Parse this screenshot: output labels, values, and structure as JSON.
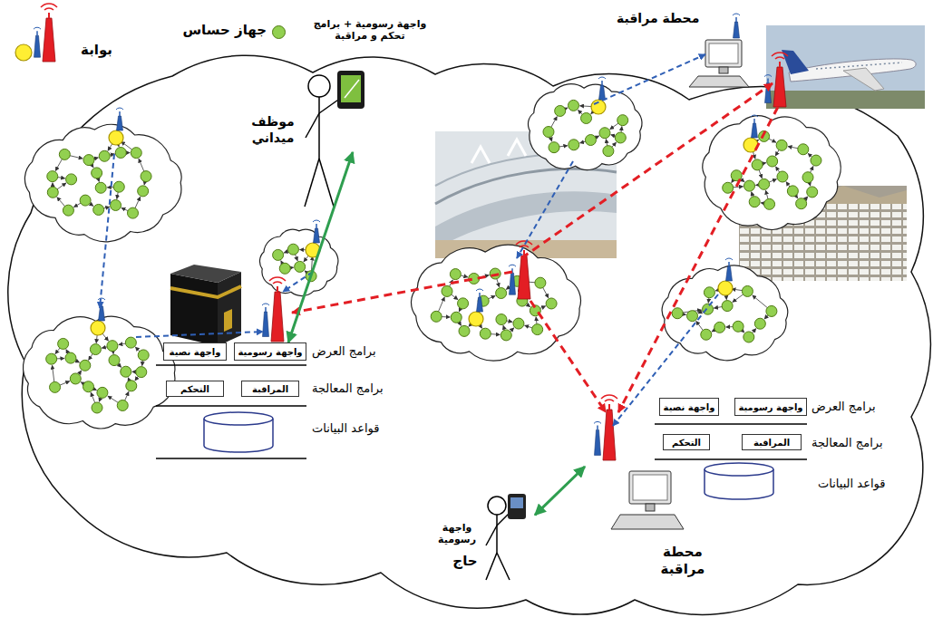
{
  "diagram": {
    "nodes": [
      {
        "text": [
          "محطة مراقبة"
        ]
      },
      {
        "text": [
          "موظف ميداني"
        ]
      },
      {
        "text": [
          "واجهة نصية"
        ]
      },
      {
        "text": [
          "واجهة رسومية"
        ]
      },
      {
        "text": [
          "التحكم"
        ]
      },
      {
        "text": [
          "المراقبة"
        ]
      },
      {
        "text": [
          "حاج"
        ]
      },
      {
        "text": [
          "محطة مراقبة"
        ]
      },
      {
        "text": [
          "واجهة نصية"
        ]
      },
      {
        "text": [
          "واجهة رسومية"
        ]
      },
      {
        "text": [
          "التحكم"
        ]
      },
      {
        "text": [
          "المراقبة"
        ]
      }
    ],
    "edges": [
      {
        "from": 1,
        "to": 3,
        "arrow": "both"
      },
      {
        "from": 6,
        "to": 7,
        "arrow": "both"
      }
    ],
    "labels": [
      "واجهة رسومية + برامج تحكم و مراقبة",
      "برامج العرض",
      "برامج المعالجة",
      "قواعد البيانات",
      "واجهة رسومية",
      "برامج العرض",
      "برامج المعالجة",
      "قواعد البيانات"
    ],
    "legend": [
      {
        "text": "جهاز حساس",
        "color": "#92d050"
      },
      {
        "text": "بوابة"
      }
    ]
  }
}
